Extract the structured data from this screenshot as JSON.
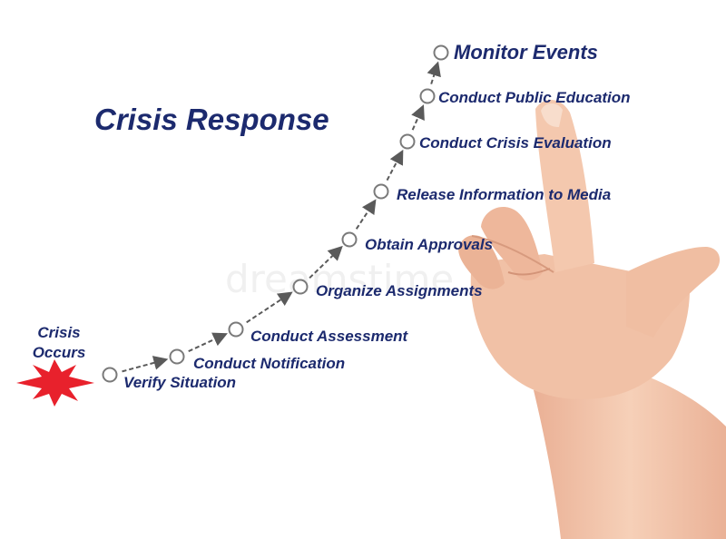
{
  "title": "Crisis Response",
  "start_label_line1": "Crisis",
  "start_label_line2": "Occurs",
  "watermark": "dreamstime",
  "steps": [
    {
      "label": "Verify Situation"
    },
    {
      "label": "Conduct Notification"
    },
    {
      "label": "Conduct Assessment"
    },
    {
      "label": "Organize Assignments"
    },
    {
      "label": "Obtain Approvals"
    },
    {
      "label": "Release Information to Media"
    },
    {
      "label": "Conduct Crisis Evaluation"
    },
    {
      "label": "Conduct Public Education"
    },
    {
      "label": "Monitor Events"
    }
  ],
  "colors": {
    "text": "#1c2a6e",
    "burst": "#e8212c",
    "node_stroke": "#7a7a7a",
    "arrow": "#5a5a5a",
    "skin": "#f2c2a4"
  }
}
